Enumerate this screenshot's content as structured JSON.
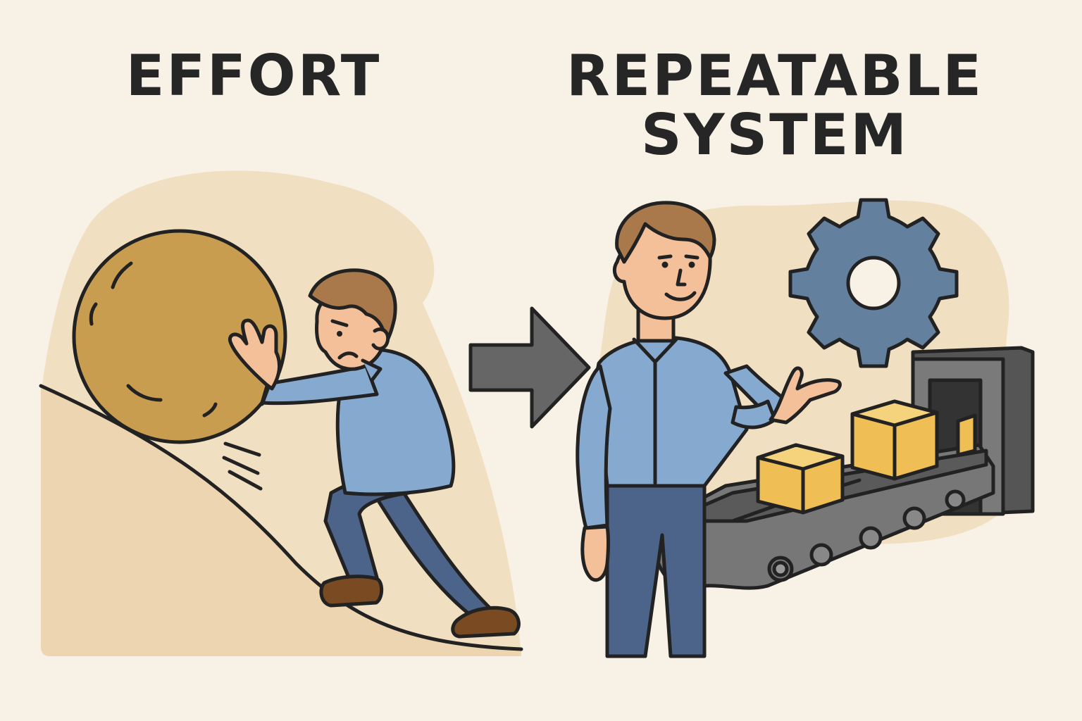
{
  "labels": {
    "left_title": "EFFORT",
    "right_title_line1": "REPEATABLE",
    "right_title_line2": "SYSTEM"
  },
  "colors": {
    "background": "#f8f1e6",
    "hill": "#ecd5b0",
    "boulder": "#c99d50",
    "shirt": "#86a9cf",
    "trousers": "#4c6489",
    "skin": "#f3c09a",
    "hair": "#a9794c",
    "gear": "#64809f",
    "box": "#efbf55",
    "conveyor": "#777777",
    "arrow": "#666666",
    "outline": "#222222"
  },
  "icons": [
    "boulder",
    "hill",
    "arrow-right-icon",
    "gear-icon",
    "conveyor-belt",
    "box-icon"
  ]
}
